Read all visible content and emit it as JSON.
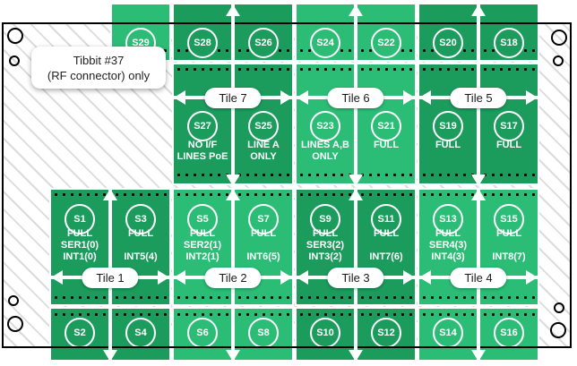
{
  "colors": {
    "tile_dark": "#1b9c5c",
    "tile_light": "#2bbd76",
    "board_outline": "#000000",
    "pin_dot": "#000000"
  },
  "callout": {
    "line1": "Tibbit #37",
    "line2": "(RF connector) only"
  },
  "tiles": {
    "t1": "Tile 1",
    "t2": "Tile 2",
    "t3": "Tile 3",
    "t4": "Tile 4",
    "t5": "Tile 5",
    "t6": "Tile 6",
    "t7": "Tile 7"
  },
  "sockets": {
    "S1": {
      "id": "S1",
      "line1": "FULL",
      "line2": "SER1(0)",
      "line3": "INT1(0)"
    },
    "S2": {
      "id": "S2"
    },
    "S3": {
      "id": "S3",
      "line1": "FULL",
      "line2": "",
      "line3": "INT5(4)"
    },
    "S4": {
      "id": "S4"
    },
    "S5": {
      "id": "S5",
      "line1": "FULL",
      "line2": "SER2(1)",
      "line3": "INT2(1)"
    },
    "S6": {
      "id": "S6"
    },
    "S7": {
      "id": "S7",
      "line1": "FULL",
      "line2": "",
      "line3": "INT6(5)"
    },
    "S8": {
      "id": "S8"
    },
    "S9": {
      "id": "S9",
      "line1": "FULL",
      "line2": "SER3(2)",
      "line3": "INT3(2)"
    },
    "S10": {
      "id": "S10"
    },
    "S11": {
      "id": "S11",
      "line1": "FULL",
      "line2": "",
      "line3": "INT7(6)"
    },
    "S12": {
      "id": "S12"
    },
    "S13": {
      "id": "S13",
      "line1": "FULL",
      "line2": "SER4(3)",
      "line3": "INT4(3)"
    },
    "S14": {
      "id": "S14"
    },
    "S15": {
      "id": "S15",
      "line1": "FULL",
      "line2": "",
      "line3": "INT8(7)"
    },
    "S16": {
      "id": "S16"
    },
    "S17": {
      "id": "S17",
      "line1": "FULL"
    },
    "S18": {
      "id": "S18"
    },
    "S19": {
      "id": "S19",
      "line1": "FULL"
    },
    "S20": {
      "id": "S20"
    },
    "S21": {
      "id": "S21",
      "line1": "FULL"
    },
    "S22": {
      "id": "S22"
    },
    "S23": {
      "id": "S23",
      "line1": "LINES A,B",
      "line2": "ONLY"
    },
    "S24": {
      "id": "S24"
    },
    "S25": {
      "id": "S25",
      "line1": "LINE A",
      "line2": "ONLY"
    },
    "S26": {
      "id": "S26"
    },
    "S27": {
      "id": "S27",
      "line1": "NO I/F",
      "line2": "LINES PoE"
    },
    "S28": {
      "id": "S28"
    },
    "S29": {
      "id": "S29"
    }
  }
}
